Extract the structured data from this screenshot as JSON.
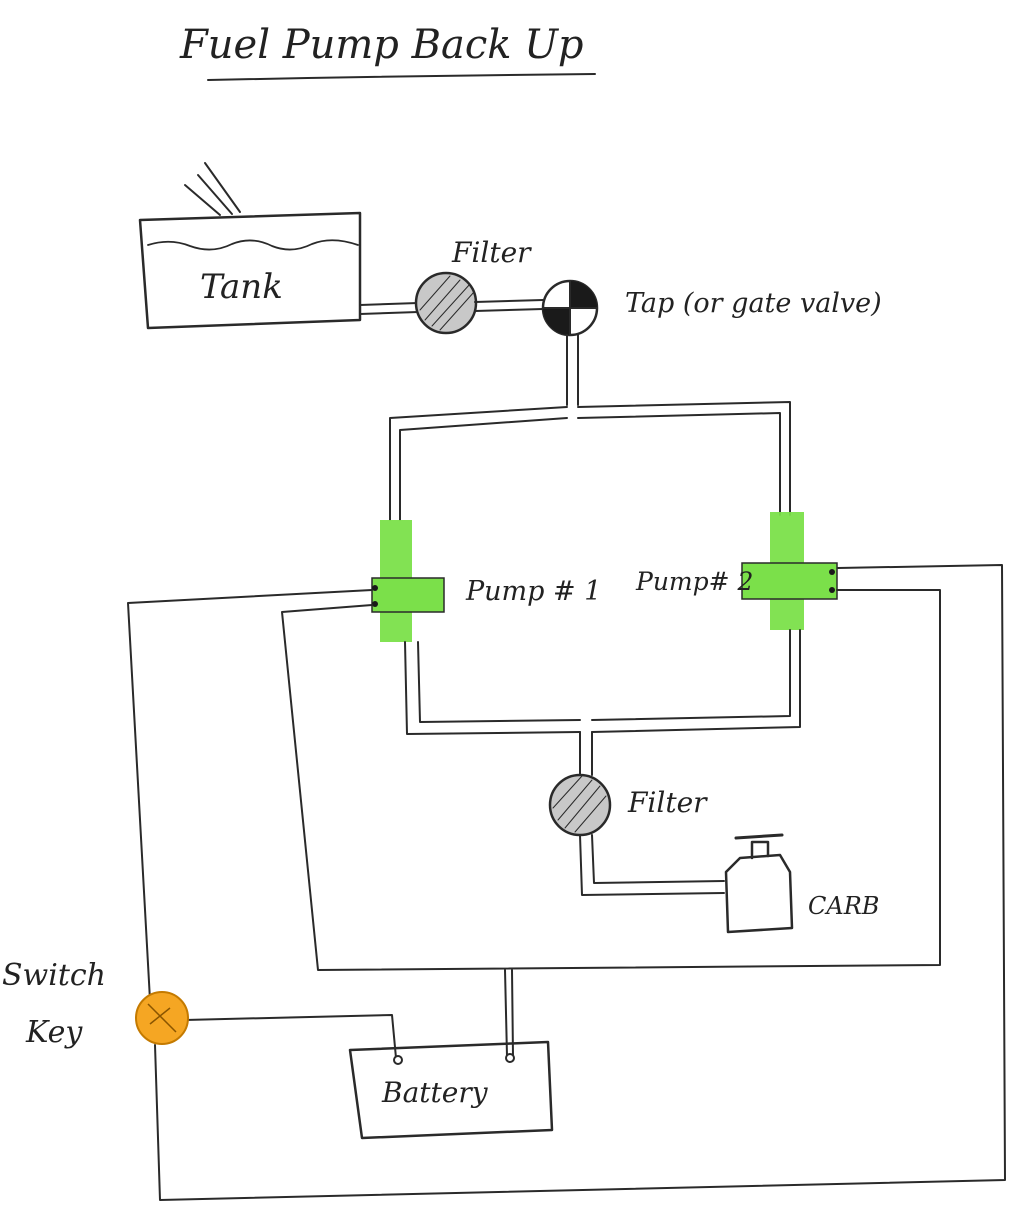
{
  "title": "Fuel Pump Back Up",
  "labels": {
    "tank": "Tank",
    "filter_top": "Filter",
    "tap": "Tap (or gate valve)",
    "pump1": "Pump # 1",
    "pump2": "Pump# 2",
    "filter_bottom": "Filter",
    "carb": "CARB",
    "switch_line1": "Switch",
    "switch_line2": "Key",
    "battery": "Battery"
  },
  "colors": {
    "ink": "#2a2a2a",
    "pump_green": "#7be04a",
    "switch_orange": "#f5a623",
    "filter_fill": "#c8c8c8"
  }
}
